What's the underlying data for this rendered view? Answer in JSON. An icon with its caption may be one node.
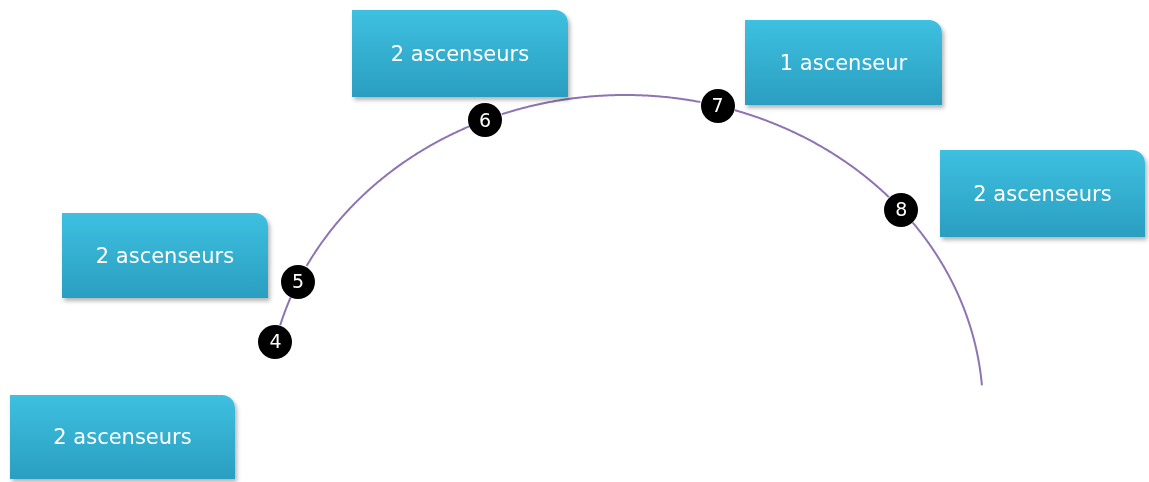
{
  "diagram": {
    "nodes": [
      {
        "text": [
          "2 ascenseurs"
        ]
      },
      {
        "text": [
          "1 ascenseur"
        ]
      },
      {
        "text": [
          "2 ascenseurs"
        ]
      },
      {
        "text": [
          "2 ascenseurs"
        ]
      },
      {
        "text": [
          "2 ascenseurs"
        ]
      },
      {
        "text": [
          "4"
        ]
      },
      {
        "text": [
          "5"
        ]
      },
      {
        "text": [
          "6"
        ]
      },
      {
        "text": [
          "7"
        ]
      },
      {
        "text": [
          "8"
        ]
      }
    ],
    "edges": [
      {
        "from": 5,
        "to": 6,
        "arrow": "none"
      },
      {
        "from": 6,
        "to": 7,
        "arrow": "none"
      },
      {
        "from": 7,
        "to": 8,
        "arrow": "none"
      },
      {
        "from": 8,
        "to": 9,
        "arrow": "none"
      },
      {
        "from": 9,
        "to": null,
        "arrow": "none"
      }
    ]
  }
}
